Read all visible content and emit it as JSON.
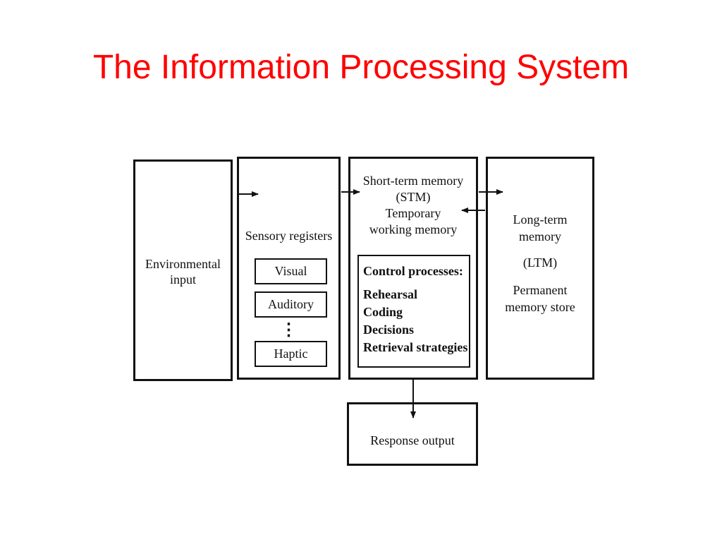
{
  "title": "The Information Processing System",
  "diagram": {
    "environment": {
      "label_line1": "Environmental",
      "label_line2": "input"
    },
    "sensory": {
      "label": "Sensory registers",
      "registers": [
        "Visual",
        "Auditory",
        "Haptic"
      ],
      "ellipsis": "⋮"
    },
    "stm": {
      "line1": "Short-term memory",
      "line2": "(STM)",
      "line3": "Temporary",
      "line4": "working memory",
      "control": {
        "heading": "Control processes:",
        "items": [
          "Rehearsal",
          "Coding",
          "Decisions",
          "Retrieval strategies"
        ]
      }
    },
    "ltm": {
      "line1": "Long-term",
      "line2": "memory",
      "line3": "(LTM)",
      "line4": "Permanent",
      "line5": "memory store"
    },
    "response": {
      "label": "Response output"
    }
  }
}
